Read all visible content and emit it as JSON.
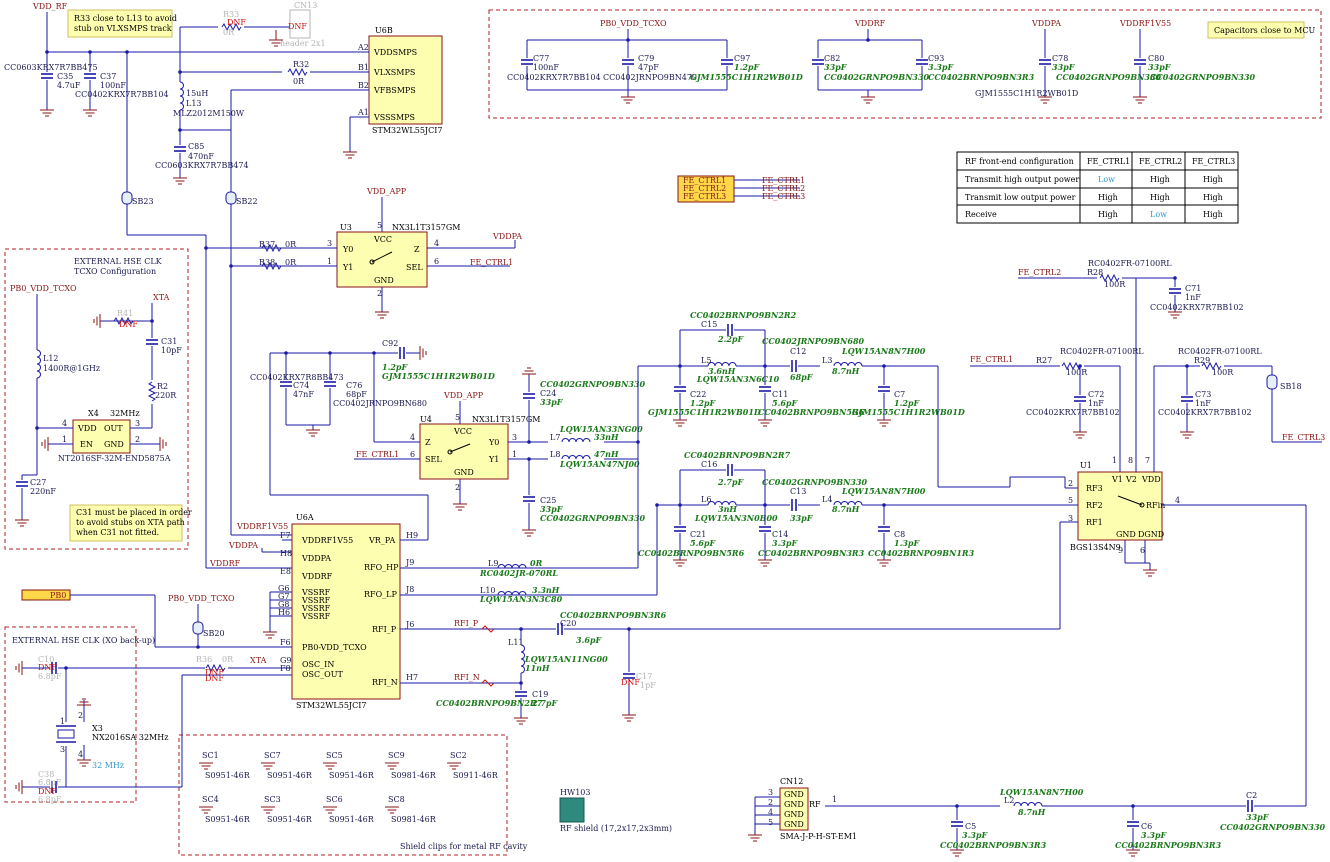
{
  "nets": {
    "vdd_rf": "VDD_RF",
    "pb0_vdd_tcxo": "PB0_VDD_TCXO",
    "vddrf": "VDDRF",
    "vddpa": "VDDPA",
    "vddrf1v55": "VDDRF1V55",
    "vdd_app": "VDD_APP",
    "fe_ctrl1": "FE_CTRL1",
    "fe_ctrl2": "FE_CTRL2",
    "fe_ctrl3": "FE_CTRL3",
    "xta": "XTA",
    "pb0": "PB0",
    "rfi_p": "RFI_P",
    "rfi_n": "RFI_N"
  },
  "notes": {
    "r33_note": [
      "R33 close to L13 to avoid",
      "stub on VLXSMPS track"
    ],
    "caps_note": "Capacitors close to MCU",
    "c31_note": [
      "C31 must be placed in order",
      "to avoid stubs on XTA path",
      "when C31 not fitted."
    ]
  },
  "sections": {
    "hse_tcxo_title": "EXTERNAL HSE CLK",
    "hse_tcxo_sub": "TCXO Configuration",
    "hse_xo_title": "EXTERNAL HSE CLK (XO back-up)",
    "shield_title": "Shield clips for metal RF cavity"
  },
  "u6b": {
    "ref": "U6B",
    "part": "STM32WL55JCI7",
    "pins": [
      {
        "num": "A2",
        "name": "VDDSMPS"
      },
      {
        "num": "B1",
        "name": "VLXSMPS"
      },
      {
        "num": "B2",
        "name": "VFBSMPS"
      },
      {
        "num": "A1",
        "name": "VSSSMPS"
      }
    ]
  },
  "u6a": {
    "ref": "U6A",
    "part": "STM32WL55JCI7",
    "left_pins": [
      {
        "num": "F7",
        "name": "VDDRF1V55"
      },
      {
        "num": "H8",
        "name": "VDDPA"
      },
      {
        "num": "E8",
        "name": "VDDRF"
      },
      {
        "num": "G6",
        "name": "VSSRF"
      },
      {
        "num": "G7",
        "name": "VSSRF"
      },
      {
        "num": "G8",
        "name": "VSSRF"
      },
      {
        "num": "H6",
        "name": "VSSRF"
      },
      {
        "num": "F6",
        "name": "PB0-VDD_TCXO"
      },
      {
        "num": "G9",
        "name": "OSC_IN"
      },
      {
        "num": "F8",
        "name": "OSC_OUT"
      }
    ],
    "right_pins": [
      {
        "num": "H9",
        "name": "VR_PA"
      },
      {
        "num": "J9",
        "name": "RFO_HP"
      },
      {
        "num": "J8",
        "name": "RFO_LP"
      },
      {
        "num": "J6",
        "name": "RFI_P"
      },
      {
        "num": "H7",
        "name": "RFI_N"
      }
    ]
  },
  "u3": {
    "ref": "U3",
    "part": "NX3L1T3157GM",
    "vcc": "VCC",
    "gnd": "GND",
    "y0": "Y0",
    "y1": "Y1",
    "z": "Z",
    "sel": "SEL",
    "p5": "5",
    "p3": "3",
    "p1": "1",
    "p4": "4",
    "p6": "6",
    "p2": "2"
  },
  "u4": {
    "ref": "U4",
    "part": "NX3L1T3157GM",
    "vcc": "VCC",
    "gnd": "GND",
    "y0": "Y0",
    "y1": "Y1",
    "z": "Z",
    "sel": "SEL",
    "p5": "5",
    "p4": "4",
    "p6": "6",
    "p3": "3",
    "p1": "1",
    "p2": "2"
  },
  "u1": {
    "ref": "U1",
    "part": "BGS13S4N9",
    "v1": "V1",
    "v2": "V2",
    "vdd": "VDD",
    "rf3": "RF3",
    "rf2": "RF2",
    "rf1": "RF1",
    "rfin": "RFin",
    "gnd": "GND",
    "dgnd": "DGND",
    "p8": "8",
    "p7": "7",
    "p2": "2",
    "p5": "5",
    "p3": "3",
    "p4": "4",
    "p9": "9",
    "p6": "6",
    "p1": "1"
  },
  "x4": {
    "ref": "X4",
    "part": "NT2016SF-32M-END5875A",
    "freq": "32MHz",
    "vdd": "VDD",
    "out": "OUT",
    "en": "EN",
    "gnd": "GND",
    "p4": "4",
    "p3": "3",
    "p1": "1",
    "p2": "2"
  },
  "x3": {
    "ref": "X3",
    "part": "NX2016SA 32MHz",
    "freq": "32 MHz",
    "p1": "1",
    "p2": "2",
    "p3": "3",
    "p4": "4"
  },
  "cn12": {
    "ref": "CN12",
    "part": "SMA-J-P-H-ST-EM1",
    "pins": [
      "GND",
      "GND",
      "GND",
      "GND"
    ],
    "pin_nums": [
      "3",
      "2",
      "4",
      "5"
    ],
    "rf": "RF",
    "rf_num": "1"
  },
  "cn13": {
    "ref": "CN13",
    "part": "header 2x1",
    "dnf": "DNF"
  },
  "hw103": {
    "ref": "HW103",
    "desc": "RF shield (17,2x17,2x3mm)"
  },
  "shield_clips": [
    {
      "ref": "SC1",
      "part": "S0951-46R"
    },
    {
      "ref": "SC7",
      "part": "S0951-46R"
    },
    {
      "ref": "SC5",
      "part": "S0951-46R"
    },
    {
      "ref": "SC9",
      "part": "S0981-46R"
    },
    {
      "ref": "SC2",
      "part": "S0911-46R"
    },
    {
      "ref": "SC4",
      "part": "S0951-46R"
    },
    {
      "ref": "SC3",
      "part": "S0951-46R"
    },
    {
      "ref": "SC6",
      "part": "S0951-46R"
    },
    {
      "ref": "SC8",
      "part": "S0981-46R"
    }
  ],
  "solder_bridges": {
    "sb23": "SB23",
    "sb22": "SB22",
    "sb20": "SB20",
    "sb18": "SB18"
  },
  "components": {
    "c35": {
      "ref": "C35",
      "val": "4.7uF",
      "part": "CC0603KRX7R7BB475"
    },
    "c37": {
      "ref": "C37",
      "val": "100nF",
      "part": "CC0402KRX7R7BB104"
    },
    "r33": {
      "ref": "R33",
      "val": "0R",
      "dnf": "DNF"
    },
    "r32": {
      "ref": "R32",
      "val": "0R"
    },
    "l13": {
      "ref": "L13",
      "val": "15uH",
      "part": "MLZ2012M150W"
    },
    "c85": {
      "ref": "C85",
      "val": "470nF",
      "part": "CC0603KRX7R7BB474"
    },
    "r37": {
      "ref": "R37",
      "val": "0R"
    },
    "r38": {
      "ref": "R38",
      "val": "0R"
    },
    "r41": {
      "ref": "R41",
      "dnf": "DNF"
    },
    "c31": {
      "ref": "C31",
      "val": "10pF"
    },
    "r2": {
      "ref": "R2",
      "val": "220R"
    },
    "l12": {
      "ref": "L12",
      "val": "1400R@1GHz"
    },
    "c27": {
      "ref": "C27",
      "val": "220nF"
    },
    "c74": {
      "ref": "C74",
      "val": "47nF",
      "part": "CC0402KRX7R8BB473"
    },
    "c76": {
      "ref": "C76",
      "val": "68pF",
      "part": "CC0402JRNPO9BN680"
    },
    "c92": {
      "ref": "C92",
      "val": "1.2pF",
      "part": "GJM1555C1H1R2WB01D"
    },
    "c24": {
      "ref": "C24",
      "val": "33pF",
      "part": "CC0402GRNPO9BN330"
    },
    "c25": {
      "ref": "C25",
      "val": "33pF",
      "part": "CC0402GRNPO9BN330"
    },
    "l7": {
      "ref": "L7",
      "val": "33nH",
      "part": "LQW15AN33NG00"
    },
    "l8": {
      "ref": "L8",
      "val": "47nH",
      "part": "LQW15AN47NJ00"
    },
    "c15": {
      "ref": "C15",
      "val": "2.2pF",
      "part": "CC0402BRNPO9BN2R2"
    },
    "l5": {
      "ref": "L5",
      "val": "3.6nH",
      "part": "LQW15AN3N6C10"
    },
    "c12": {
      "ref": "C12",
      "val": "68pF",
      "part": "CC0402JRNPO9BN680"
    },
    "l3": {
      "ref": "L3",
      "val": "8.7nH",
      "part": "LQW15AN8N7H00"
    },
    "c22": {
      "ref": "C22",
      "val": "1.2pF",
      "part": "GJM1555C1H1R2WB01D"
    },
    "c11": {
      "ref": "C11",
      "val": "5.6pF",
      "part": "CC0402BRNPO9BN5R6"
    },
    "c7": {
      "ref": "C7",
      "val": "1.2pF",
      "part": "GJM1555C1H1R2WB01D"
    },
    "c16": {
      "ref": "C16",
      "val": "2.7pF",
      "part": "CC0402BRNPO9BN2R7"
    },
    "l6": {
      "ref": "L6",
      "val": "3nH",
      "part": "LQW15AN3N0B00"
    },
    "c13": {
      "ref": "C13",
      "val": "33pF",
      "part": "CC0402GRNPO9BN330"
    },
    "l4": {
      "ref": "L4",
      "val": "8.7nH",
      "part": "LQW15AN8N7H00"
    },
    "c21": {
      "ref": "C21",
      "val": "5.6pF",
      "part": "CC0402BRNPO9BN5R6"
    },
    "c14": {
      "ref": "C14",
      "val": "3.3pF",
      "part": "CC0402BRNPO9BN3R3"
    },
    "c8": {
      "ref": "C8",
      "val": "1.3pF",
      "part": "CC0402BRNPO9BN1R3"
    },
    "l9": {
      "ref": "L9",
      "val": "0R",
      "part": "RC0402JR-070RL"
    },
    "l10": {
      "ref": "L10",
      "val": "3.3nH",
      "part": "LQW15AN3N3C80"
    },
    "c20": {
      "ref": "C20",
      "val": "3.6pF",
      "part": "CC0402BRNPO9BN3R6"
    },
    "l11": {
      "ref": "L11",
      "val": "11nH",
      "part": "LQW15AN11NG00"
    },
    "c19": {
      "ref": "C19",
      "val": "2.7pF",
      "part": "CC0402BRNPO9BN2R7"
    },
    "c17": {
      "ref": "C17",
      "val": "1pF",
      "dnf": "DNF"
    },
    "r28": {
      "ref": "R28",
      "val": "100R",
      "part": "RC0402FR-07100RL"
    },
    "c71": {
      "ref": "C71",
      "val": "1nF",
      "part": "CC0402KRX7R7BB102"
    },
    "r27": {
      "ref": "R27",
      "val": "100R",
      "part": "RC0402FR-07100RL"
    },
    "c72": {
      "ref": "C72",
      "val": "1nF",
      "part": "CC0402KRX7R7BB102"
    },
    "r29": {
      "ref": "R29",
      "val": "100R",
      "part": "RC0402FR-07100RL"
    },
    "c73": {
      "ref": "C73",
      "val": "1nF",
      "part": "CC0402KRX7R7BB102"
    },
    "c77": {
      "ref": "C77",
      "val": "100nF",
      "part": "CC0402KRX7R7BB104"
    },
    "c79": {
      "ref": "C79",
      "val": "47pF",
      "part": "CC0402JRNPO9BN470"
    },
    "c97": {
      "ref": "C97",
      "val": "1.2pF",
      "part": "GJM1555C1H1R2WB01D"
    },
    "c82": {
      "ref": "C82",
      "val": "33pF",
      "part": "CC0402GRNPO9BN330"
    },
    "c93": {
      "ref": "C93",
      "val": "3.3pF",
      "part": "CC0402BRNPO9BN3R3"
    },
    "c78": {
      "ref": "C78",
      "val": "33pF",
      "part": "CC0402GRNPO9BN330"
    },
    "c80": {
      "ref": "C80",
      "val": "33pF",
      "part": "CC0402GRNPO9BN330"
    },
    "gjm_extra": "GJM1555C1H1R2WB01D",
    "l2": {
      "ref": "L2",
      "val": "8.7nH",
      "part": "LQW15AN8N7H00"
    },
    "c2": {
      "ref": "C2",
      "val": "33pF",
      "part": "CC0402GRNPO9BN330"
    },
    "c5": {
      "ref": "C5",
      "val": "3.3pF",
      "part": "CC0402BRNPO9BN3R3"
    },
    "c6": {
      "ref": "C6",
      "val": "3.3pF",
      "part": "CC0402BRNPO9BN3R3"
    },
    "c10": {
      "ref": "C10",
      "val": "6.8pF",
      "dnf": "DNF"
    },
    "c38": {
      "ref": "C38",
      "val": "6.8pF",
      "dnf": "DNF"
    },
    "r36": {
      "ref": "R36",
      "val": "0R",
      "dnf": "DNF"
    }
  },
  "fe_table": {
    "headers": [
      "RF front-end configuration",
      "FE_CTRL1",
      "FE_CTRL2",
      "FE_CTRL3"
    ],
    "rows": [
      {
        "label": "Transmit high output power",
        "v": [
          "Low",
          "High",
          "High"
        ]
      },
      {
        "label": "Transmit low output power",
        "v": [
          "High",
          "High",
          "High"
        ]
      },
      {
        "label": "Receive",
        "v": [
          "High",
          "Low",
          "High"
        ]
      }
    ]
  },
  "colors": {
    "wire": "#1a1aa6",
    "net": "#8a1414",
    "part_green": "#1a7a1a",
    "dnf": "#cc1111",
    "low": "#3399cc",
    "box": "#fefeb0"
  }
}
